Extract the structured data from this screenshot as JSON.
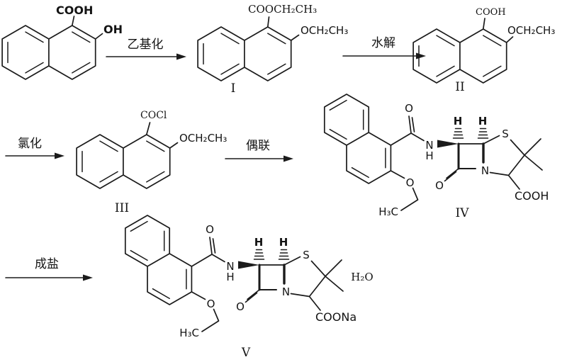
{
  "canvas": {
    "background": "#ffffff",
    "ink": "#1b1b1b"
  },
  "steps": {
    "ethylation": "乙基化",
    "hydrolysis": "水解",
    "chlorination": "氯化",
    "coupling": "偶联",
    "salt_formation": "成盐"
  },
  "compounds": {
    "start": {
      "acid_label": "COOH",
      "hydroxyl_label": "OH"
    },
    "i": {
      "ester_label": "COOCH₂CH₃",
      "ethoxy_label": "OCH₂CH₃",
      "numeral": "I"
    },
    "ii": {
      "acid_label": "COOH",
      "ethoxy_label": "OCH₂CH₃",
      "numeral": "II"
    },
    "iii": {
      "acyl_chloride_label": "COCl",
      "ethoxy_label": "OCH₂CH₃",
      "numeral": "III"
    },
    "iv": {
      "amide_oxygen": "O",
      "amide_nitrogen": "N",
      "amide_hydrogen": "H",
      "stereo_h_left": "H",
      "stereo_h_right": "H",
      "sulfur": "S",
      "ring_nitrogen": "N",
      "lactam_oxygen": "O",
      "acid_label": "COOH",
      "ether_oxygen": "O",
      "ethyl_label": "H₃C",
      "numeral": "IV"
    },
    "v": {
      "amide_oxygen": "O",
      "amide_nitrogen": "N",
      "amide_hydrogen": "H",
      "stereo_h_left": "H",
      "stereo_h_right": "H",
      "sulfur": "S",
      "ring_nitrogen": "N",
      "lactam_oxygen": "O",
      "salt_label": "COONa",
      "ether_oxygen": "O",
      "ethyl_label": "H₃C",
      "hydrate_label": "H₂O",
      "numeral": "V"
    }
  }
}
